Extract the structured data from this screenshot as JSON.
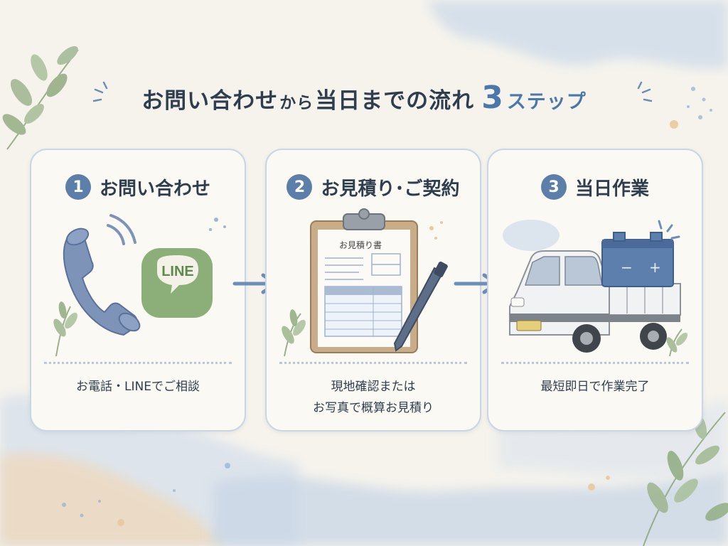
{
  "title": {
    "part1": "お問い合わせ",
    "part2": "から",
    "part3": "当日までの流れ",
    "number": "3",
    "suffix": "ステップ"
  },
  "steps": [
    {
      "number": "1",
      "label": "お問い合わせ",
      "description": [
        "お電話・LINEでご相談"
      ],
      "icons": [
        "phone-icon",
        "line-icon"
      ],
      "badge_text": "LINE"
    },
    {
      "number": "2",
      "label": "お見積り･ご契約",
      "description": [
        "現地確認または",
        "お写真で概算お見積り"
      ],
      "icons": [
        "clipboard-icon",
        "pen-icon"
      ],
      "document_title": "お見積り書"
    },
    {
      "number": "3",
      "label": "当日作業",
      "description": [
        "最短即日で作業完了"
      ],
      "icons": [
        "truck-icon",
        "battery-icon"
      ]
    }
  ],
  "colors": {
    "accent": "#4a78aa",
    "badge": "#5b7fa8",
    "line_green": "#6f9a5c",
    "text": "#2f3e4f"
  }
}
